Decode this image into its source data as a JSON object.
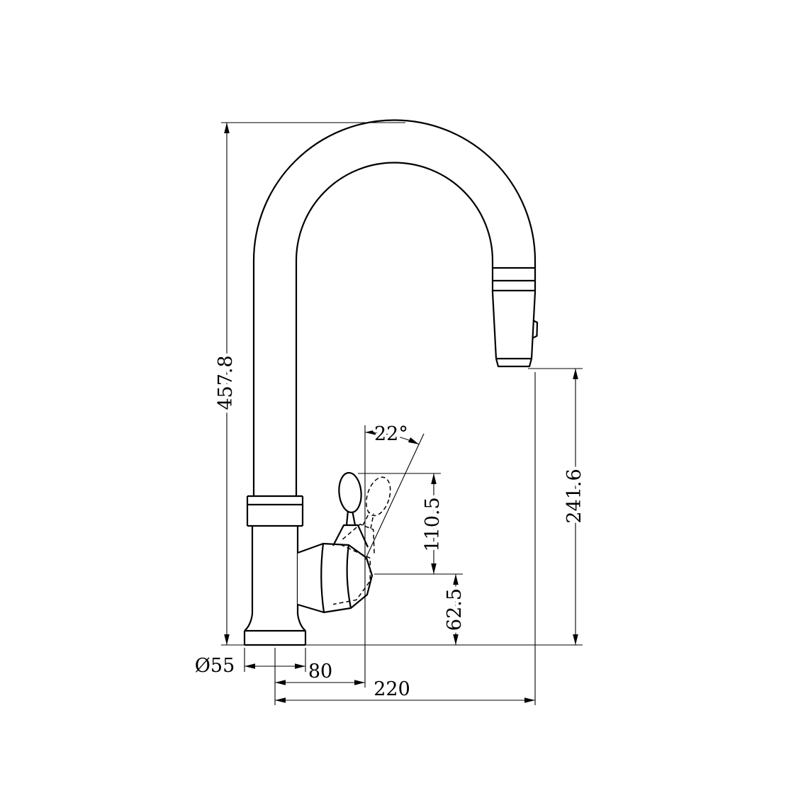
{
  "page": {
    "background": "#ffffff",
    "line_color": "#000000"
  },
  "dims": {
    "overall_height": "457.8",
    "outlet_height": "241.6",
    "handle_length": "110.5",
    "body_height": "62.5",
    "handle_angle": "22°",
    "base_diameter": "Ø55",
    "handle_offset": "80",
    "spout_reach": "220"
  }
}
